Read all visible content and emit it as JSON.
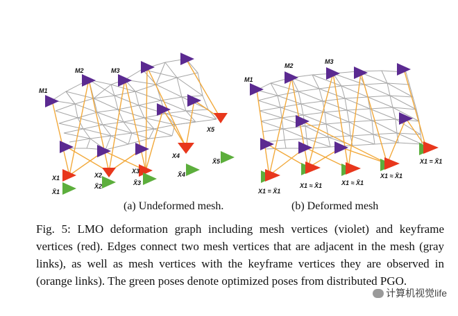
{
  "subcaptions": {
    "a": "(a) Undeformed mesh.",
    "b": "(b) Deformed mesh"
  },
  "caption": "Fig. 5: LMO deformation graph including mesh vertices (violet) and keyframe vertices (red). Edges connect two mesh vertices that are adjacent in the mesh (gray links), as well as mesh vertices with the keyframe vertices they are observed in (orange links). The green poses denote optimized poses from distributed PGO.",
  "watermark": "计算机视觉life",
  "colors": {
    "mesh_vertex": "#5b2a91",
    "keyframe_vertex": "#e8371c",
    "optimized_pose": "#5cae3c",
    "mesh_edge": "#a6a6a6",
    "observation_edge": "#f2a93b"
  },
  "panel_a": {
    "mesh_labels": [
      "M1",
      "M2",
      "M3"
    ],
    "keyframe_labels": [
      "X1",
      "X2",
      "X3",
      "X4",
      "X5"
    ],
    "optimized_labels": [
      "X̄1",
      "X̄2",
      "X̄3",
      "X̄4",
      "X̄5"
    ]
  },
  "panel_b": {
    "mesh_labels": [
      "M1",
      "M2",
      "M3"
    ],
    "keyframe_labels": [
      "X1 = X̄1",
      "X1 ≈ X̄1",
      "X1 ≈ X̄1",
      "X1 ≈ X̄1",
      "X1 = X̄1"
    ]
  }
}
